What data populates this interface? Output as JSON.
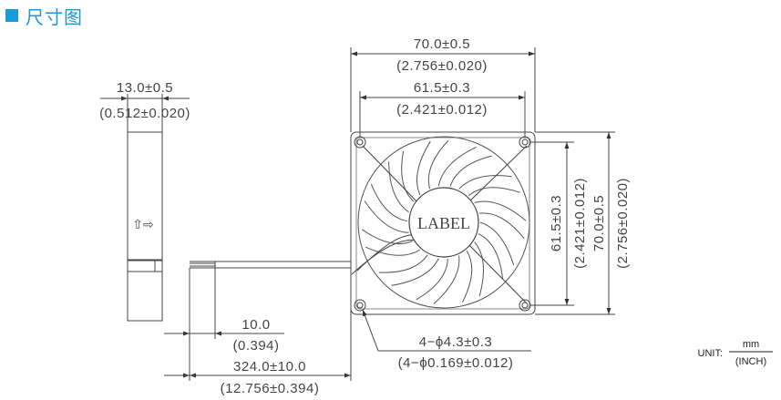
{
  "heading": {
    "title": "尺寸图",
    "accent_color": "#1a9ad6"
  },
  "dimensions": {
    "width_mm": "70.0±0.5",
    "width_in": "(2.756±0.020)",
    "hole_pitch_mm": "61.5±0.3",
    "hole_pitch_in": "(2.421±0.012)",
    "thickness_mm": "13.0±0.5",
    "thickness_in": "(0.512±0.020)",
    "strip_mm": "10.0",
    "strip_in": "(0.394)",
    "lead_mm": "324.0±10.0",
    "lead_in": "(12.756±0.394)",
    "hole_mm": "4−ϕ4.3±0.3",
    "hole_in": "(4−ϕ0.169±0.012)",
    "side_height_mm": "70.0±0.5",
    "side_height_in": "(2.756±0.020)",
    "side_pitch_mm": "61.5±0.3",
    "side_pitch_in": "(2.421±0.012)"
  },
  "fan": {
    "label": "LABEL",
    "arrows": "⇧⇨"
  },
  "unit": {
    "prefix": "UNIT:",
    "numerator": "mm",
    "denominator": "(INCH)"
  }
}
